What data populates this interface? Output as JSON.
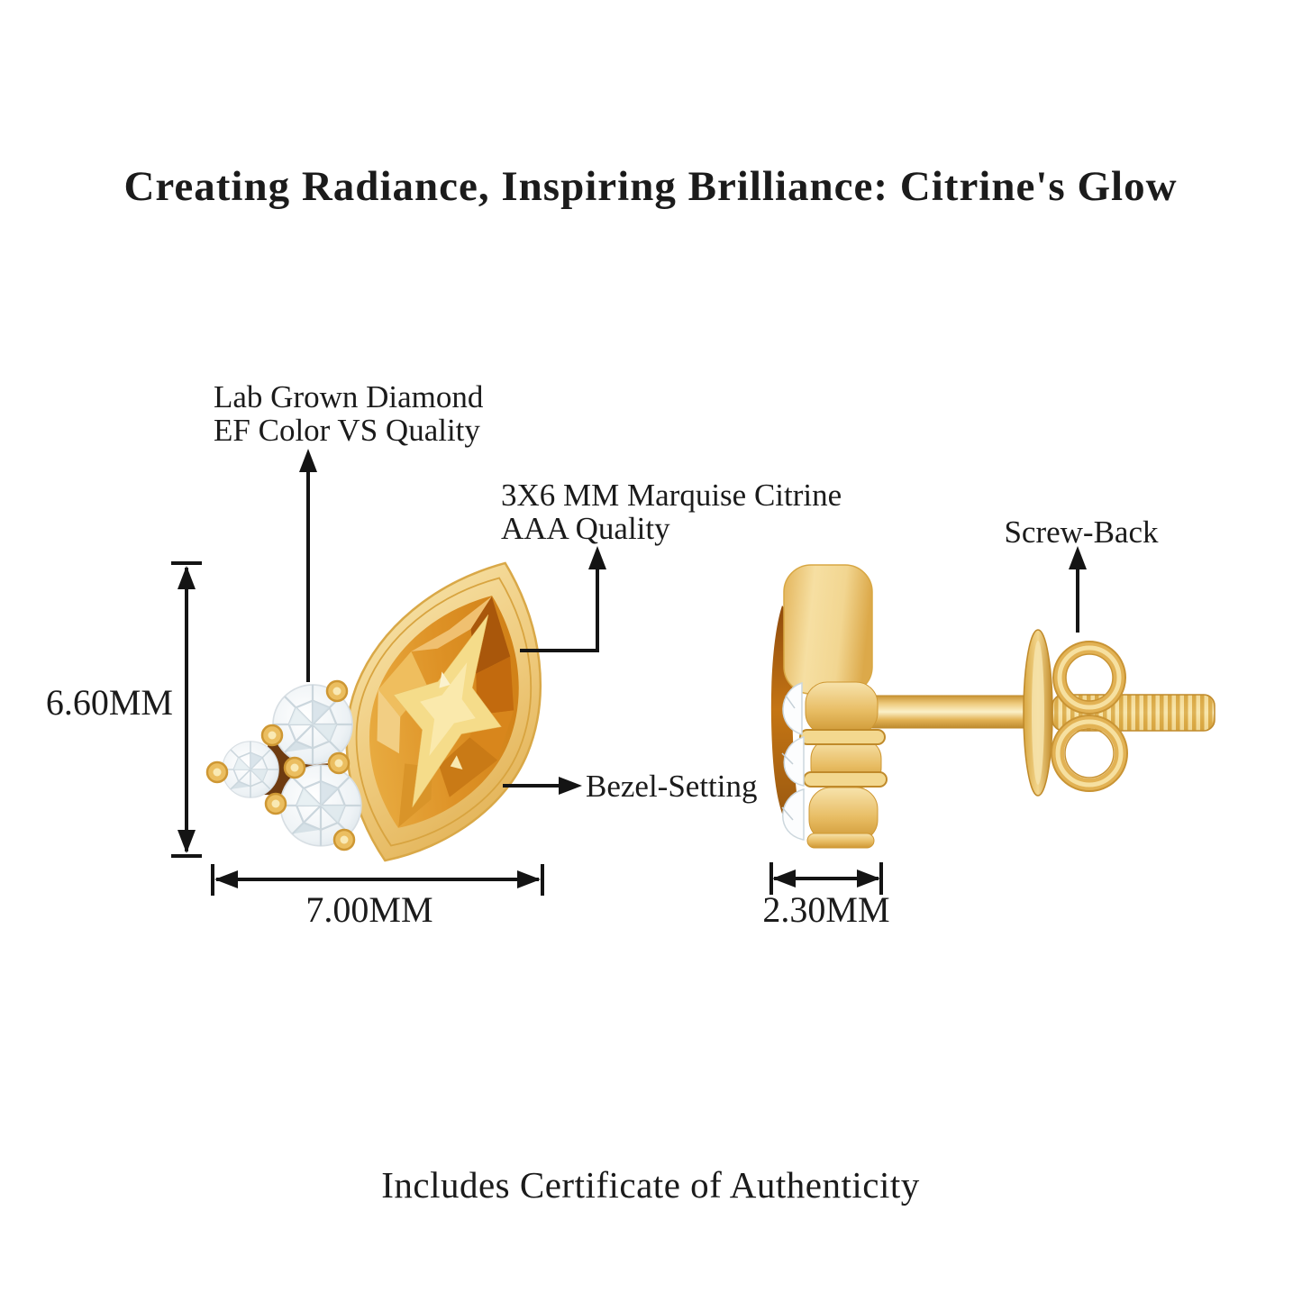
{
  "title": "Creating Radiance, Inspiring Brilliance: Citrine's Glow",
  "footer": "Includes Certificate of Authenticity",
  "annotations": {
    "diamond": {
      "line1": "Lab Grown Diamond",
      "line2": "EF Color VS Quality"
    },
    "citrine": {
      "line1": "3X6 MM Marquise Citrine",
      "line2": "AAA Quality"
    },
    "bezel": "Bezel-Setting",
    "screw_back": "Screw-Back"
  },
  "dimensions": {
    "height": "6.60MM",
    "width": "7.00MM",
    "depth": "2.30MM"
  },
  "figures": {
    "front_view": "citrine marquise stud with three round diamonds",
    "side_view": "stud profile with post and screw-back"
  },
  "colors": {
    "background": "#ffffff",
    "text": "#1b1b1b",
    "line": "#141414",
    "gold": "#E9BE62",
    "gold_light": "#F6E0A0",
    "gold_dark": "#C9952F",
    "citrine_mid": "#D8861C",
    "citrine_dark": "#A9570B",
    "citrine_light": "#F5DC8A",
    "diamond_white": "#F9FCFD",
    "diamond_facet": "#C9D5DC"
  }
}
